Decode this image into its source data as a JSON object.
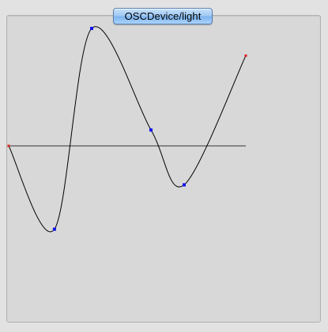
{
  "window": {
    "title": "OSCDevice/light"
  },
  "curve_editor": {
    "baseline_color": "#555555",
    "curve_color": "#000000",
    "handle_color": "#1111ee",
    "endpoint_color": "#dd2222",
    "points": [
      {
        "x": 0.0,
        "y": 0.0,
        "kind": "endpoint"
      },
      {
        "x": 0.193,
        "y": -0.695,
        "kind": "handle"
      },
      {
        "x": 0.35,
        "y": 0.98,
        "kind": "handle"
      },
      {
        "x": 0.6,
        "y": 0.133,
        "kind": "handle"
      },
      {
        "x": 0.74,
        "y": -0.325,
        "kind": "handle"
      },
      {
        "x": 1.0,
        "y": 0.753,
        "kind": "endpoint"
      }
    ]
  }
}
